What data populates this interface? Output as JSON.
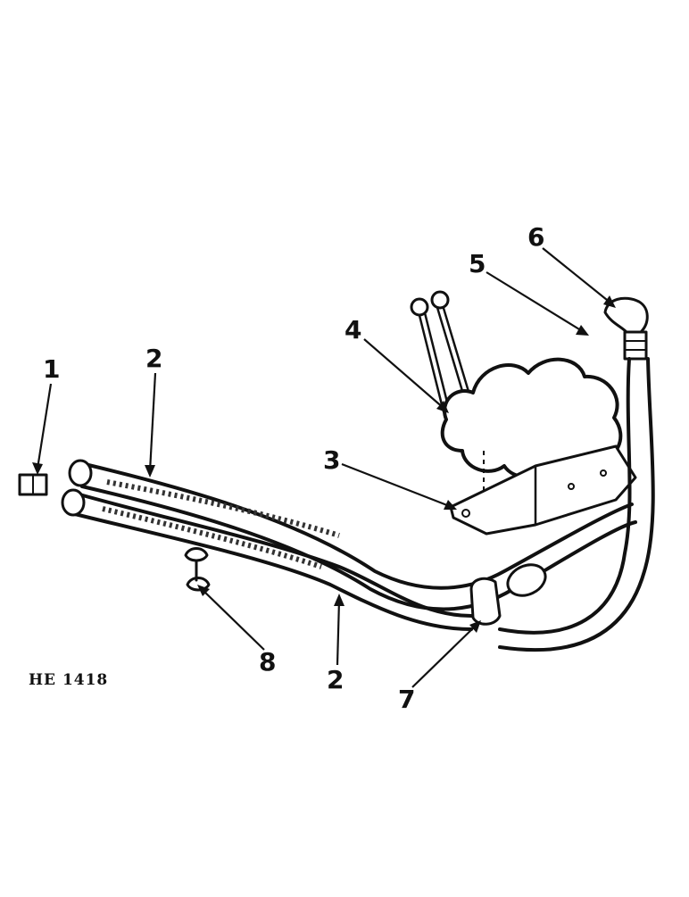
{
  "figure": {
    "reference_code": "HE 1418",
    "callouts": [
      "1",
      "2",
      "2",
      "3",
      "4",
      "5",
      "6",
      "7",
      "8"
    ]
  }
}
